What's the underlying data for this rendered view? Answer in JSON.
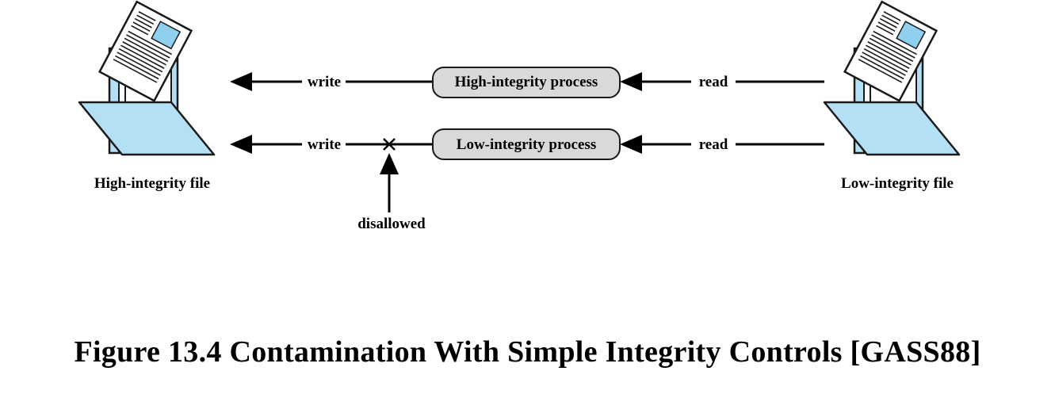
{
  "diagram": {
    "processes": {
      "high": "High-integrity process",
      "low": "Low-integrity process"
    },
    "files": {
      "high": "High-integrity file",
      "low": "Low-integrity file"
    },
    "edge_labels": {
      "write_high": "write",
      "read_high": "read",
      "write_low": "write",
      "read_low": "read",
      "disallowed": "disallowed"
    },
    "icons": {
      "high_file": "folder-document-icon",
      "low_file": "folder-document-icon"
    },
    "colors": {
      "folder": "#b3e0f5",
      "process_fill": "#d9d9d9",
      "line": "#000000"
    }
  },
  "caption": "Figure 13.4  Contamination With Simple Integrity Controls [GASS88]"
}
